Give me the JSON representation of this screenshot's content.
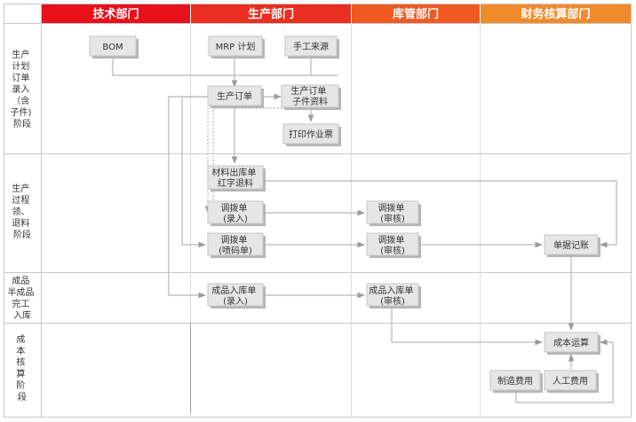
{
  "columns": [
    {
      "id": "tech",
      "label": "技术部门",
      "color": "#e8101a"
    },
    {
      "id": "prod",
      "label": "生产部门",
      "color": "#ea2e1f"
    },
    {
      "id": "store",
      "label": "库管部门",
      "color": "#ef5a23"
    },
    {
      "id": "fin",
      "label": "财务核算部门",
      "color": "#f18a2b"
    }
  ],
  "stages": [
    {
      "id": "s1",
      "lines": [
        "生产",
        "计划",
        "订单",
        "录入",
        "（含",
        "子件)",
        "阶段"
      ]
    },
    {
      "id": "s2",
      "lines": [
        "生产",
        "过程",
        "领、",
        "退料",
        "阶段"
      ]
    },
    {
      "id": "s3",
      "lines": [
        "成品",
        "半成品",
        "完工",
        "入库"
      ]
    },
    {
      "id": "s4",
      "lines": [
        "成",
        "本",
        "核",
        "算",
        "阶",
        "段"
      ]
    }
  ],
  "nodes": [
    {
      "id": "bom",
      "lines": [
        "BOM"
      ]
    },
    {
      "id": "mrp",
      "lines": [
        "MRP 计划"
      ]
    },
    {
      "id": "manual",
      "lines": [
        "手工来源"
      ]
    },
    {
      "id": "po",
      "lines": [
        "生产订单"
      ]
    },
    {
      "id": "po_sub",
      "lines": [
        "生产订单",
        "子件资料"
      ]
    },
    {
      "id": "print",
      "lines": [
        "打印作业票"
      ]
    },
    {
      "id": "mat_out",
      "lines": [
        "材料出库单",
        "红字退料"
      ]
    },
    {
      "id": "trans_in",
      "lines": [
        "调拨单",
        "(录入)"
      ]
    },
    {
      "id": "trans_in_audit",
      "lines": [
        "调拨单",
        "(审核)"
      ]
    },
    {
      "id": "trans_code",
      "lines": [
        "调拨单",
        "(喷码单)"
      ]
    },
    {
      "id": "trans_code_audit",
      "lines": [
        "调拨单",
        "(审核)"
      ]
    },
    {
      "id": "voucher",
      "lines": [
        "单据记账"
      ]
    },
    {
      "id": "fg_in",
      "lines": [
        "成品入库单",
        "(录入)"
      ]
    },
    {
      "id": "fg_audit",
      "lines": [
        "成品入库单",
        "(审核)"
      ]
    },
    {
      "id": "cost_calc",
      "lines": [
        "成本运算"
      ]
    },
    {
      "id": "mfg_cost",
      "lines": [
        "制造费用"
      ]
    },
    {
      "id": "labor_cost",
      "lines": [
        "人工费用"
      ]
    }
  ],
  "colors": {
    "line": "#bdbdbd",
    "arrow": "#a8a8a8",
    "box": "#e6e6e6",
    "box_shadow": "#b5b5b5"
  }
}
